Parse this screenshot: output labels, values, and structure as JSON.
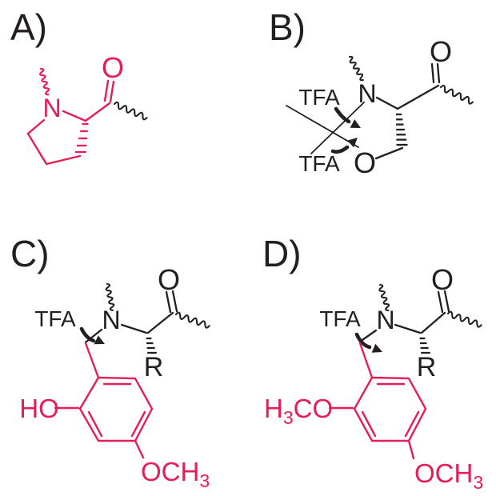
{
  "figure": {
    "background": "#ffffff",
    "ink": "#231f20",
    "accent": "#e81d55"
  },
  "panels": {
    "a": {
      "label": "A)",
      "n": "N",
      "carbonyl_o": "O"
    },
    "b": {
      "label": "B)",
      "tfa_top": "TFA",
      "tfa_bottom": "TFA",
      "n": "N",
      "ring_o": "O",
      "carbonyl_o": "O"
    },
    "c": {
      "label": "C)",
      "tfa": "TFA",
      "n": "N",
      "carbonyl_o": "O",
      "r": "R",
      "hydroxyl": "HO",
      "methoxy_main": "OCH",
      "methoxy_sub": "3"
    },
    "d": {
      "label": "D)",
      "tfa": "TFA",
      "n": "N",
      "carbonyl_o": "O",
      "r": "R",
      "methoxy_left_h": "H",
      "methoxy_left_sub": "3",
      "methoxy_left_co": "CO",
      "methoxy_bottom_main": "OCH",
      "methoxy_bottom_sub": "3"
    }
  }
}
